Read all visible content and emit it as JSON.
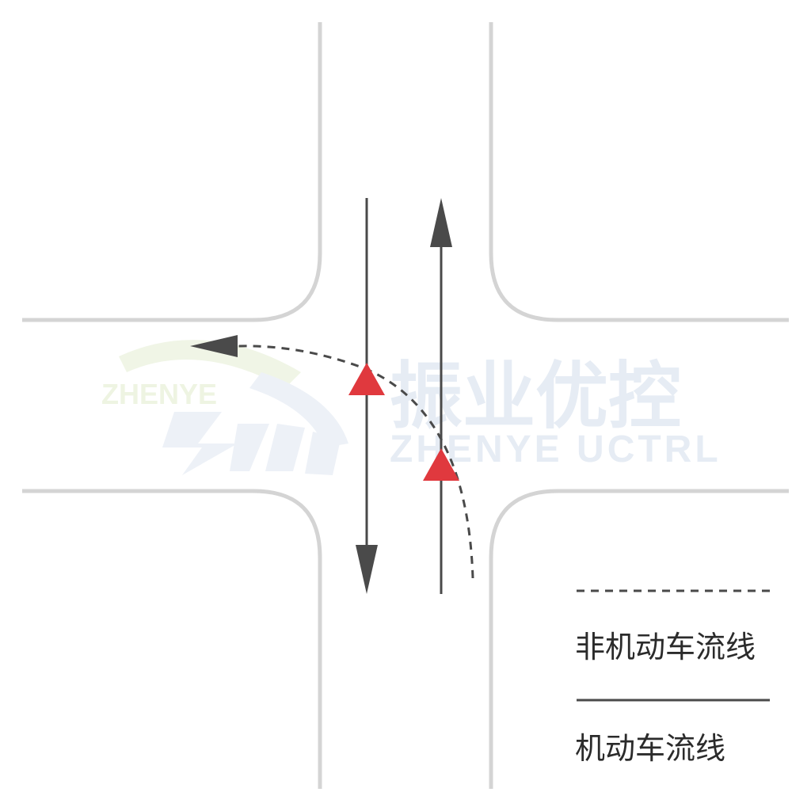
{
  "colors": {
    "road_edge": "#d4d4d4",
    "flow_line": "#4a4a4a",
    "conflict_point": "#e0393e",
    "watermark": "#e9eef5",
    "watermark_green": "#eef4e2",
    "legend_text": "#2b2b2b"
  },
  "watermark": {
    "brand_en_small": "ZHENYE",
    "brand_cn": "振业优控",
    "brand_en": "ZHENYE UCTRL"
  },
  "legend": {
    "non_motor_flow_label": "非机动车流线",
    "motor_flow_label": "机动车流线"
  },
  "conflict_points_count": 2
}
